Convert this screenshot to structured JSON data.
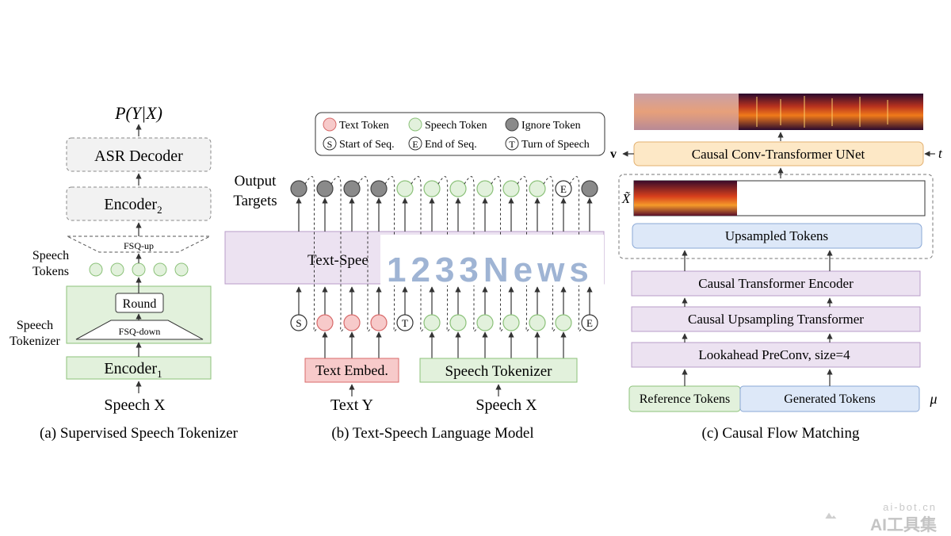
{
  "panel_a": {
    "prob": "P(Y|X)",
    "asr_decoder": "ASR Decoder",
    "encoder2": "Encoder",
    "encoder2_sub": "2",
    "fsq_up": "FSQ-up",
    "speech_tokens_1": "Speech",
    "speech_tokens_2": "Tokens",
    "round": "Round",
    "fsq_down": "FSQ-down",
    "tokenizer_1": "Speech",
    "tokenizer_2": "Tokenizer",
    "encoder1": "Encoder",
    "encoder1_sub": "1",
    "input": "Speech X",
    "caption": "(a) Supervised Speech Tokenizer"
  },
  "panel_b": {
    "legend": {
      "text_token": "Text Token",
      "speech_token": "Speech Token",
      "ignore_token": "Ignore Token",
      "start_symbol": "S",
      "start": "Start of Seq.",
      "end_symbol": "E",
      "end": "End of Seq.",
      "turn_symbol": "T",
      "turn": "Turn of Speech"
    },
    "output_1": "Output",
    "output_2": "Targets",
    "lm_label": "Text-Spee",
    "text_embed": "Text Embed.",
    "speech_tokenizer": "Speech Tokenizer",
    "input_text": "Text Y",
    "input_speech": "Speech X",
    "caption": "(b) Text-Speech Language Model",
    "input_seq": [
      "S",
      "text",
      "text",
      "text",
      "T",
      "speech",
      "speech",
      "speech",
      "speech",
      "speech",
      "speech",
      "E"
    ],
    "output_seq": [
      "ignore",
      "ignore",
      "ignore",
      "ignore",
      "speech",
      "speech",
      "speech",
      "speech",
      "speech",
      "speech",
      "E",
      "ignore"
    ]
  },
  "panel_c": {
    "unet": "Causal Conv-Transformer UNet",
    "v": "v",
    "t": "t",
    "xtilde": "X̃",
    "upsampled": "Upsampled Tokens",
    "encoder": "Causal Transformer Encoder",
    "upsampling": "Causal Upsampling Transformer",
    "lookahead": "Lookahead PreConv, size=4",
    "reference": "Reference Tokens",
    "generated": "Generated Tokens",
    "mu": "μ",
    "caption": "(c) Causal Flow Matching"
  },
  "colors": {
    "green_fill": "#e2f1dc",
    "green_stroke": "#8cc27a",
    "pink_fill": "#f7caca",
    "pink_stroke": "#d86a6a",
    "gray_fill": "#8a8a8a",
    "purple_fill": "#ece2f1",
    "purple_stroke": "#b99cc9",
    "blue_fill": "#dde8f8",
    "blue_stroke": "#8aa8d6",
    "orange_fill": "#fde8c6",
    "orange_stroke": "#e3b070"
  },
  "watermark": "1233News",
  "logo": {
    "url": "ai-bot.cn",
    "name": "AI工具集"
  }
}
